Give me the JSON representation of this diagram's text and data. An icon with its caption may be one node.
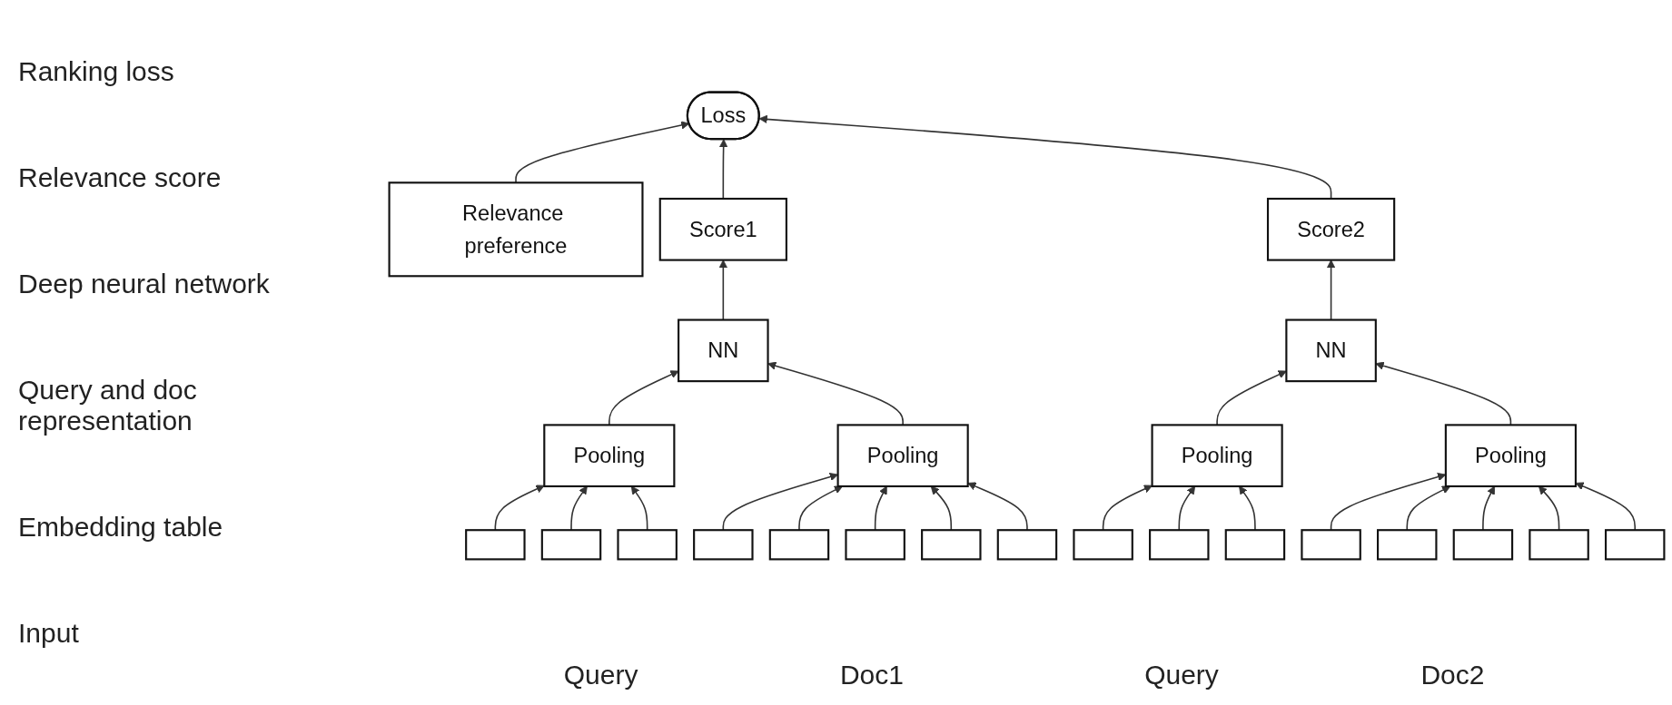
{
  "diagram": {
    "nodes": [
      {
        "text": [
          "Loss"
        ]
      },
      {
        "text": [
          "Relevance preference"
        ]
      },
      {
        "text": [
          "Score1"
        ]
      },
      {
        "text": [
          "Score2"
        ]
      },
      {
        "text": [
          "NN"
        ]
      },
      {
        "text": [
          "NN"
        ]
      },
      {
        "text": [
          "Pooling"
        ]
      },
      {
        "text": [
          "Pooling"
        ]
      },
      {
        "text": [
          "Pooling"
        ]
      },
      {
        "text": [
          "Pooling"
        ]
      },
      {
        "text": [],
        "shape": "box"
      },
      {
        "text": [],
        "shape": "box"
      },
      {
        "text": [],
        "shape": "box"
      },
      {
        "text": [],
        "shape": "box"
      },
      {
        "text": [],
        "shape": "box"
      },
      {
        "text": [],
        "shape": "box"
      },
      {
        "text": [],
        "shape": "box"
      },
      {
        "text": [],
        "shape": "box"
      },
      {
        "text": [],
        "shape": "box"
      },
      {
        "text": [],
        "shape": "box"
      },
      {
        "text": [],
        "shape": "box"
      },
      {
        "text": [],
        "shape": "box"
      },
      {
        "text": [],
        "shape": "box"
      },
      {
        "text": [],
        "shape": "box"
      },
      {
        "text": [],
        "shape": "box"
      },
      {
        "text": [],
        "shape": "box"
      }
    ],
    "edges": [
      {
        "from": 1,
        "to": 0,
        "arrow": "to"
      },
      {
        "from": 2,
        "to": 0,
        "arrow": "to"
      },
      {
        "from": 3,
        "to": 0,
        "arrow": "to"
      },
      {
        "from": 4,
        "to": 2,
        "arrow": "to"
      },
      {
        "from": 5,
        "to": 3,
        "arrow": "to"
      },
      {
        "from": 6,
        "to": 4,
        "arrow": "to"
      },
      {
        "from": 7,
        "to": 4,
        "arrow": "to"
      },
      {
        "from": 8,
        "to": 5,
        "arrow": "to"
      },
      {
        "from": 9,
        "to": 5,
        "arrow": "to"
      },
      {
        "from": 10,
        "to": 6,
        "arrow": "to"
      },
      {
        "from": 11,
        "to": 6,
        "arrow": "to"
      },
      {
        "from": 12,
        "to": 6,
        "arrow": "to"
      },
      {
        "from": 13,
        "to": 7,
        "arrow": "to"
      },
      {
        "from": 14,
        "to": 7,
        "arrow": "to"
      },
      {
        "from": 15,
        "to": 7,
        "arrow": "to"
      },
      {
        "from": 16,
        "to": 7,
        "arrow": "to"
      },
      {
        "from": 17,
        "to": 7,
        "arrow": "to"
      },
      {
        "from": 18,
        "to": 8,
        "arrow": "to"
      },
      {
        "from": 19,
        "to": 8,
        "arrow": "to"
      },
      {
        "from": 20,
        "to": 8,
        "arrow": "to"
      },
      {
        "from": 21,
        "to": 9,
        "arrow": "to"
      },
      {
        "from": 22,
        "to": 9,
        "arrow": "to"
      },
      {
        "from": 23,
        "to": 9,
        "arrow": "to"
      },
      {
        "from": 24,
        "to": 9,
        "arrow": "to"
      },
      {
        "from": 25,
        "to": 9,
        "arrow": "to"
      }
    ],
    "labels": [
      "Ranking loss",
      "Relevance score",
      "Deep neural network",
      "Query and doc representation",
      "Embedding table",
      "Input",
      "Query",
      "Doc1",
      "Query",
      "Doc2"
    ]
  }
}
